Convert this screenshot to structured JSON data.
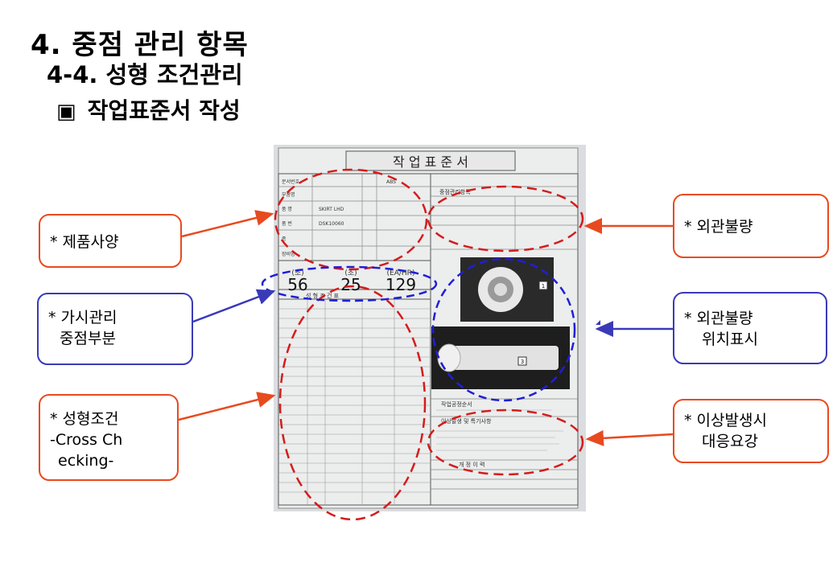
{
  "titles": {
    "main": "4. 중점 관리 항목",
    "sub": "4-4. 성형 조건관리",
    "section_bullet": "▣",
    "section": "작업표준서 작성"
  },
  "document": {
    "heading": "작 업 표 준 서",
    "left_rows": [
      "문서번호",
      "부품명",
      "품 명",
      "품 번",
      "종",
      "장비명"
    ],
    "product_name": "SKIRT LHD",
    "part_no": "DSK10060",
    "material": "ABS",
    "values": [
      "56",
      "25",
      "129"
    ],
    "value_headers": [
      "(초)",
      "(초)",
      "(EA/HR)"
    ],
    "cond_title": "성 형 조 건 표",
    "inspect_title": "중점관리항목",
    "work_title": "작업공정순서",
    "abnormal_title": "이상발생 및 특기사항",
    "history_title": "개 정 이 력",
    "label_3": "3",
    "label_1": "1"
  },
  "callouts": {
    "product_spec": "* 제품사양",
    "visible": [
      "* 가시관리",
      "중점부분"
    ],
    "molding": [
      "* 성형조건",
      "-Cross  Ch",
      "ecking-"
    ],
    "appearance": "* 외관불량",
    "appearance_pos": [
      "* 외관불량",
      "위치표시"
    ],
    "abnormal": [
      "* 이상발생시",
      "대응요강"
    ]
  },
  "colors": {
    "red": "#e84a1f",
    "blue": "#3a3ab8",
    "dash_red": "#d41c1c",
    "dash_blue": "#1f1fd6"
  }
}
